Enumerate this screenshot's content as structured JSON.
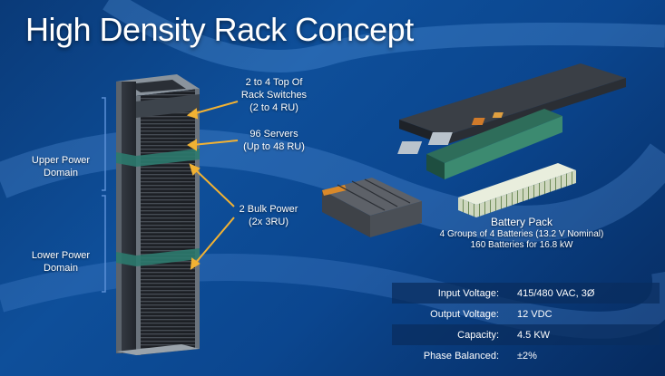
{
  "slide": {
    "title": "High Density Rack Concept",
    "colors": {
      "background": "#0b468f",
      "accent_arrow": "#f2b233",
      "bracket": "#5b8fd6"
    }
  },
  "callouts": [
    {
      "lines": [
        "2 to 4 Top Of",
        "Rack Switches",
        "(2 to 4 RU)"
      ]
    },
    {
      "lines": [
        "96 Servers",
        "(Up to 48 RU)"
      ]
    },
    {
      "lines": [
        "2 Bulk Power",
        "(2x 3RU)"
      ]
    }
  ],
  "domains": {
    "upper": [
      "Upper Power",
      "Domain"
    ],
    "lower": [
      "Lower Power",
      "Domain"
    ]
  },
  "battery_pack": {
    "title": "Battery Pack",
    "line1": "4 Groups of 4 Batteries (13.2 V Nominal)",
    "line2": "160 Batteries for 16.8 kW"
  },
  "specs": [
    {
      "label": "Input Voltage:",
      "value": "415/480 VAC, 3Ø"
    },
    {
      "label": "Output Voltage:",
      "value": "12 VDC"
    },
    {
      "label": "Capacity:",
      "value": "4.5 KW"
    },
    {
      "label": "Phase Balanced:",
      "value": "±2%"
    }
  ]
}
